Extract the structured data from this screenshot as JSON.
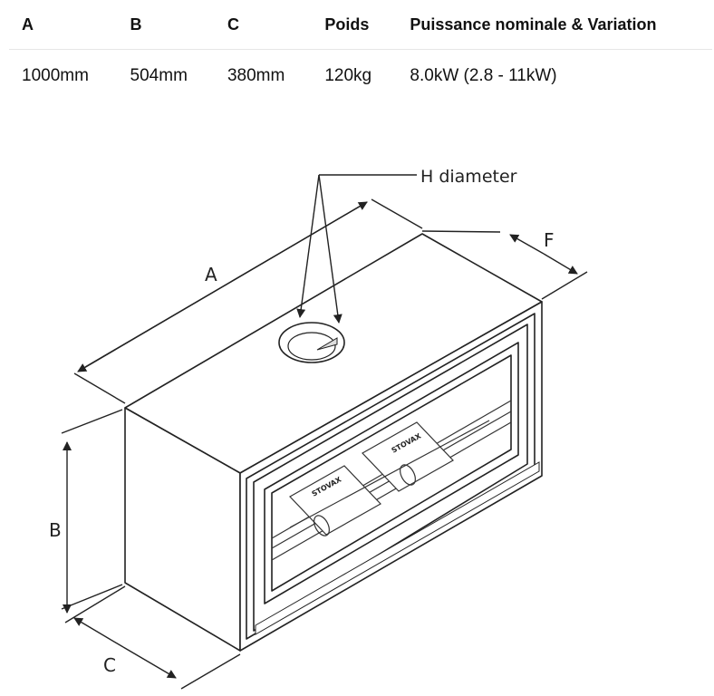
{
  "specs": {
    "headers": [
      "A",
      "B",
      "C",
      "Poids",
      "Puissance nominale & Variation"
    ],
    "values": [
      "1000mm",
      "504mm",
      "380mm",
      "120kg",
      "8.0kW (2.8 - 11kW)"
    ]
  },
  "diagram": {
    "labels": {
      "h_diameter": "H diameter",
      "a": "A",
      "b": "B",
      "c": "C",
      "f": "F"
    },
    "brand_marks": [
      "STOVAX",
      "STOVAX"
    ]
  }
}
